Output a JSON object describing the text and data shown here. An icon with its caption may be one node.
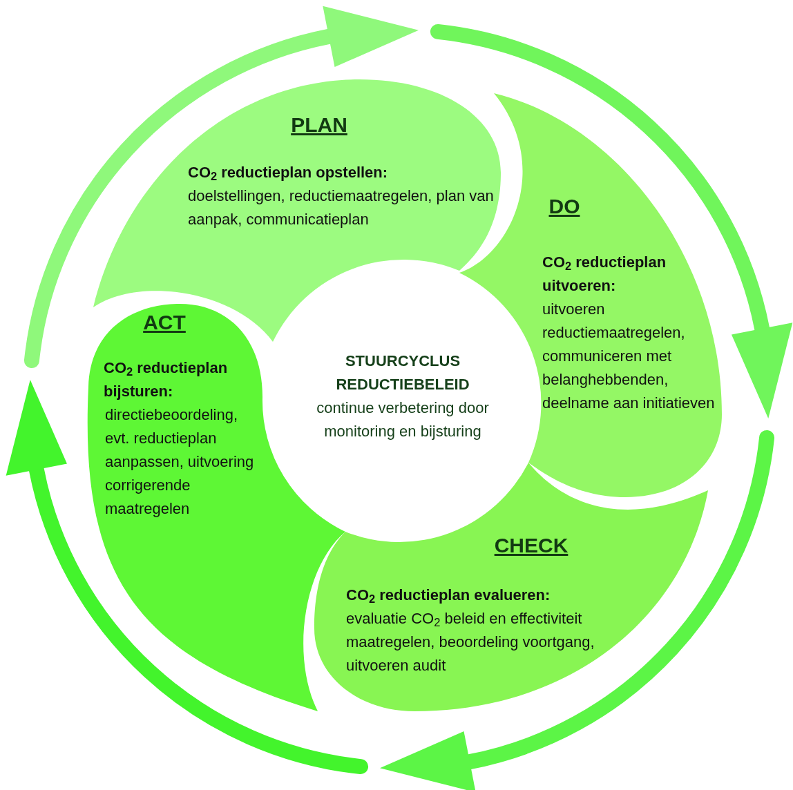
{
  "diagram": {
    "nodes": [
      {
        "text": [
          "PLAN",
          "CO$_{2}$ reductieplan opstellen:",
          "doelstellingen, reductiemaatregelen, plan van aanpak, communicatieplan"
        ]
      },
      {
        "text": [
          "DO",
          "CO$_{2}$ reductieplan uitvoeren:",
          "uitvoeren reductiemaatregelen, communiceren met belanghebbenden, deelname aan initiatieven"
        ]
      },
      {
        "text": [
          "ACT",
          "CO$_{2}$ reductieplan bijsturen:",
          "directiebeoordeling, evt. reductieplan aanpassen, uitvoering corrigerende maatregelen"
        ]
      },
      {
        "text": [
          "STUURCYCLUS REDUCTIEBELEID",
          "continue verbetering door monitoring en bijsturing"
        ]
      },
      {
        "text": [
          "CHECK",
          "CO$_{2}$ reductieplan evalueren:",
          "evaluatie CO$_{2}$ beleid en effectiviteit maatregelen, beoordeling voortgang, uitvoeren audit"
        ]
      }
    ]
  }
}
